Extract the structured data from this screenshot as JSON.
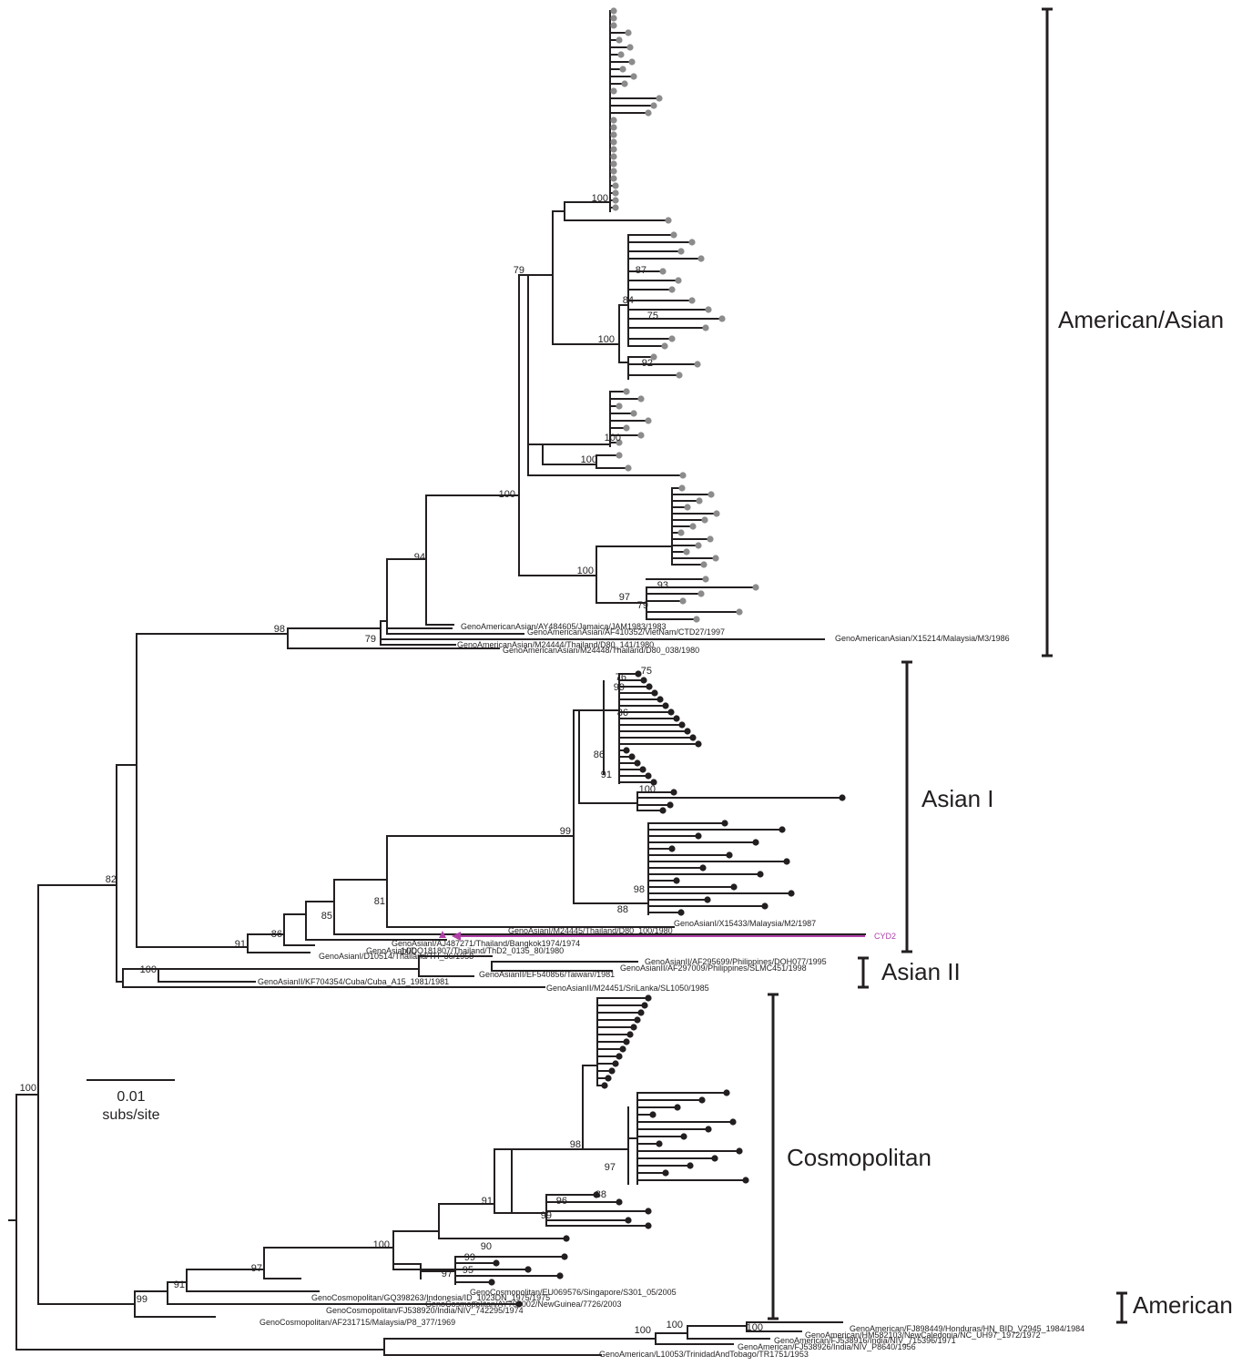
{
  "colors": {
    "branch": "#231f20",
    "tip_grey": "#8c8c8c",
    "tip_black": "#231f20",
    "highlight": "#b040a8"
  },
  "clades": {
    "american_asian": "American/Asian",
    "asian_1": "Asian I",
    "asian_2": "Asian II",
    "cosmopolitan": "Cosmopolitan",
    "american": "American"
  },
  "scale": {
    "value": "0.01",
    "unit": "subs/site"
  },
  "pointer_label": "CYD2",
  "bootstrap": [
    "100",
    "79",
    "87",
    "84",
    "75",
    "100",
    "92",
    "100",
    "100",
    "100",
    "94",
    "100",
    "93",
    "97",
    "79",
    "79",
    "98",
    "75",
    "76",
    "99",
    "86",
    "86",
    "91",
    "100",
    "99",
    "98",
    "88",
    "81",
    "85",
    "86",
    "91",
    "82",
    "100",
    "100",
    "98",
    "97",
    "88",
    "96",
    "99",
    "91",
    "90",
    "99",
    "97",
    "95",
    "100",
    "97",
    "91",
    "99",
    "100",
    "100",
    "100",
    "100"
  ],
  "taxa": [
    "GenoAmericanAsian/AY484605/Jamaica/JAM1983/1983",
    "GenoAmericanAsian/AF410352/VietNam/CTD27/1997",
    "GenoAmericanAsian/X15214/Malaysia/M3/1986",
    "GenoAmericanAsian/M24444/Thailand/D80_141/1980",
    "GenoAmericanAsian/M24448/Thailand/D80_038/1980",
    "GenoAsianI/X15433/Malaysia/M2/1987",
    "GenoAsianI/M24445/Thailand/D80_100/1980",
    "GenoAsianI/AJ487271/Thailand/Bangkok1974/1974",
    "GenoAsianI/DQ181807/Thailand/ThD2_0135_80/1980",
    "GenoAsianI/D10514/Thailand/TH_36/1958",
    "GenoAsianII/AF295699/Philippines/DOH077/1995",
    "GenoAsianII/EF540856/Taiwan//1981",
    "GenoAsianII/AF297009/Philippines/SLMC451/1998",
    "GenoAsianII/KF704354/Cuba/Cuba_A15_1981/1981",
    "GenoAsianII/M24451/SriLanka/SL1050/1985",
    "GenoCosmopolitan/EU069576/Singapore/S301_05/2005",
    "GenoCosmopolitan/GQ398263/Indonesia/ID_1023DN_1975/1975",
    "GenoCosmopolitan/AY706002/NewGuinea/7726/2003",
    "GenoCosmopolitan/FJ538920/India/NIV_742295/1974",
    "GenoCosmopolitan/AF231715/Malaysia/P8_377/1969",
    "GenoAmerican/FJ898449/Honduras/HN_BID_V2945_1984/1984",
    "GenoAmerican/HM582103/NewCaledonia/NC_UH97_1972/1972",
    "GenoAmerican/FJ538916/India/NIV_715396/1971",
    "GenoAmerican/FJ538926/India/NIV_P8640/1956",
    "GenoAmerican/L10053/TrinidadAndTobago/TR1751/1953"
  ]
}
